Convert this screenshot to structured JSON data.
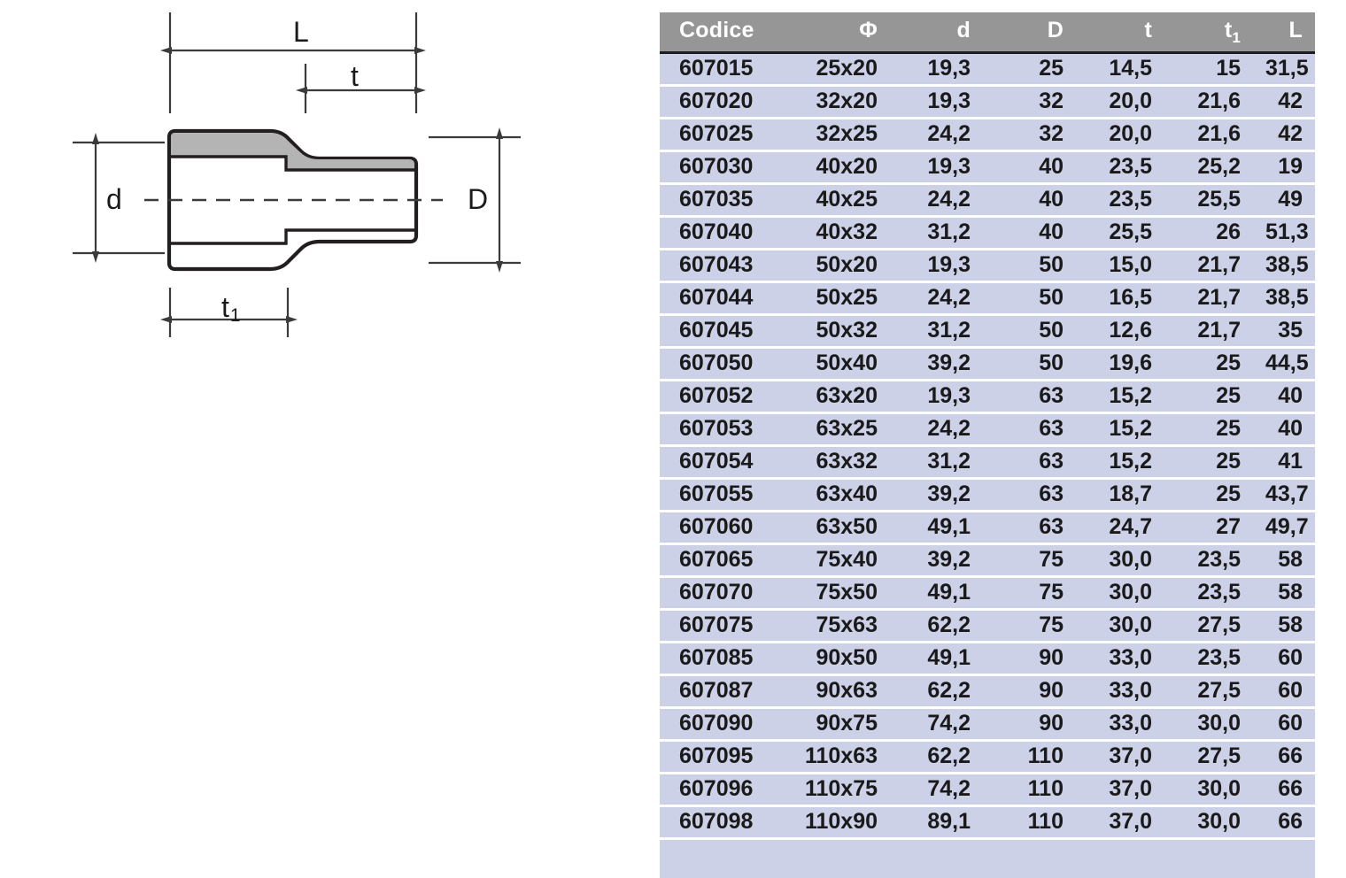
{
  "drawing": {
    "title": "reducer-cross-section",
    "dimension_labels": {
      "L": "L",
      "t": "t",
      "d": "d",
      "D": "D",
      "t1_base": "t",
      "t1_sub": "1"
    },
    "colors": {
      "wall_fill": "#b4b4b4",
      "outline": "#231f20",
      "centerline": "#3b3b3b",
      "dimension_line": "#3b3b3b",
      "background": "#ffffff"
    }
  },
  "table": {
    "colors": {
      "header_bg": "#969696",
      "header_text": "#ffffff",
      "row_bg": "#ccd1e8",
      "row_text": "#1a1a1a",
      "row_separator": "#ffffff",
      "header_rule": "#1c1c22"
    },
    "columns": [
      {
        "key": "codice",
        "label": "Codice",
        "align": "left"
      },
      {
        "key": "phi",
        "label": "Φ",
        "align": "right"
      },
      {
        "key": "d",
        "label": "d",
        "align": "right"
      },
      {
        "key": "D",
        "label": "D",
        "align": "right"
      },
      {
        "key": "t",
        "label": "t",
        "align": "right"
      },
      {
        "key": "t1",
        "label": "t",
        "sub": "1",
        "align": "right"
      },
      {
        "key": "L",
        "label": "L",
        "align": "right"
      }
    ],
    "rows": [
      {
        "codice": "607015",
        "phi": "25x20",
        "d": "19,3",
        "D": "25",
        "t": "14,5",
        "t1": "15",
        "L": "31,5"
      },
      {
        "codice": "607020",
        "phi": "32x20",
        "d": "19,3",
        "D": "32",
        "t": "20,0",
        "t1": "21,6",
        "L": "42"
      },
      {
        "codice": "607025",
        "phi": "32x25",
        "d": "24,2",
        "D": "32",
        "t": "20,0",
        "t1": "21,6",
        "L": "42"
      },
      {
        "codice": "607030",
        "phi": "40x20",
        "d": "19,3",
        "D": "40",
        "t": "23,5",
        "t1": "25,2",
        "L": "19"
      },
      {
        "codice": "607035",
        "phi": "40x25",
        "d": "24,2",
        "D": "40",
        "t": "23,5",
        "t1": "25,5",
        "L": "49"
      },
      {
        "codice": "607040",
        "phi": "40x32",
        "d": "31,2",
        "D": "40",
        "t": "25,5",
        "t1": "26",
        "L": "51,3"
      },
      {
        "codice": "607043",
        "phi": "50x20",
        "d": "19,3",
        "D": "50",
        "t": "15,0",
        "t1": "21,7",
        "L": "38,5"
      },
      {
        "codice": "607044",
        "phi": "50x25",
        "d": "24,2",
        "D": "50",
        "t": "16,5",
        "t1": "21,7",
        "L": "38,5"
      },
      {
        "codice": "607045",
        "phi": "50x32",
        "d": "31,2",
        "D": "50",
        "t": "12,6",
        "t1": "21,7",
        "L": "35"
      },
      {
        "codice": "607050",
        "phi": "50x40",
        "d": "39,2",
        "D": "50",
        "t": "19,6",
        "t1": "25",
        "L": "44,5"
      },
      {
        "codice": "607052",
        "phi": "63x20",
        "d": "19,3",
        "D": "63",
        "t": "15,2",
        "t1": "25",
        "L": "40"
      },
      {
        "codice": "607053",
        "phi": "63x25",
        "d": "24,2",
        "D": "63",
        "t": "15,2",
        "t1": "25",
        "L": "40"
      },
      {
        "codice": "607054",
        "phi": "63x32",
        "d": "31,2",
        "D": "63",
        "t": "15,2",
        "t1": "25",
        "L": "41"
      },
      {
        "codice": "607055",
        "phi": "63x40",
        "d": "39,2",
        "D": "63",
        "t": "18,7",
        "t1": "25",
        "L": "43,7"
      },
      {
        "codice": "607060",
        "phi": "63x50",
        "d": "49,1",
        "D": "63",
        "t": "24,7",
        "t1": "27",
        "L": "49,7"
      },
      {
        "codice": "607065",
        "phi": "75x40",
        "d": "39,2",
        "D": "75",
        "t": "30,0",
        "t1": "23,5",
        "L": "58"
      },
      {
        "codice": "607070",
        "phi": "75x50",
        "d": "49,1",
        "D": "75",
        "t": "30,0",
        "t1": "23,5",
        "L": "58"
      },
      {
        "codice": "607075",
        "phi": "75x63",
        "d": "62,2",
        "D": "75",
        "t": "30,0",
        "t1": "27,5",
        "L": "58"
      },
      {
        "codice": "607085",
        "phi": "90x50",
        "d": "49,1",
        "D": "90",
        "t": "33,0",
        "t1": "23,5",
        "L": "60"
      },
      {
        "codice": "607087",
        "phi": "90x63",
        "d": "62,2",
        "D": "90",
        "t": "33,0",
        "t1": "27,5",
        "L": "60"
      },
      {
        "codice": "607090",
        "phi": "90x75",
        "d": "74,2",
        "D": "90",
        "t": "33,0",
        "t1": "30,0",
        "L": "60"
      },
      {
        "codice": "607095",
        "phi": "110x63",
        "d": "62,2",
        "D": "110",
        "t": "37,0",
        "t1": "27,5",
        "L": "66"
      },
      {
        "codice": "607096",
        "phi": "110x75",
        "d": "74,2",
        "D": "110",
        "t": "37,0",
        "t1": "30,0",
        "L": "66"
      },
      {
        "codice": "607098",
        "phi": "110x90",
        "d": "89,1",
        "D": "110",
        "t": "37,0",
        "t1": "30,0",
        "L": "66"
      }
    ]
  }
}
